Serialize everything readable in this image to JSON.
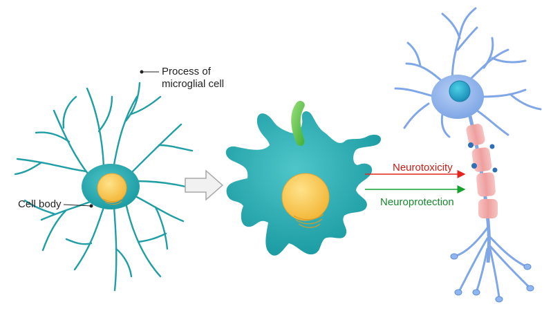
{
  "labels": {
    "process_line1": "Process of",
    "process_line2": "microglial cell",
    "cell_body": "Cell body",
    "neurotoxicity": "Neurotoxicity",
    "neuroprotection": "Neuroprotection"
  },
  "colors": {
    "microglia": "#23a7ad",
    "microglia_dark": "#17878d",
    "nucleus": "#f7c44c",
    "nucleus_edge": "#e8a532",
    "debris": "#6fd254",
    "neurotoxicity": "#e4231b",
    "neuroprotection": "#16a02e",
    "neuron": "#8fb6ee",
    "neuron_dark": "#5d8ad8",
    "myelin": "#f0a7a6",
    "arrow_fill": "#f1f1f1",
    "arrow_stroke": "#a9a9a9"
  },
  "icons": {
    "transition_arrow": "right-block-arrow",
    "label_leader": "dot-leader-line"
  }
}
